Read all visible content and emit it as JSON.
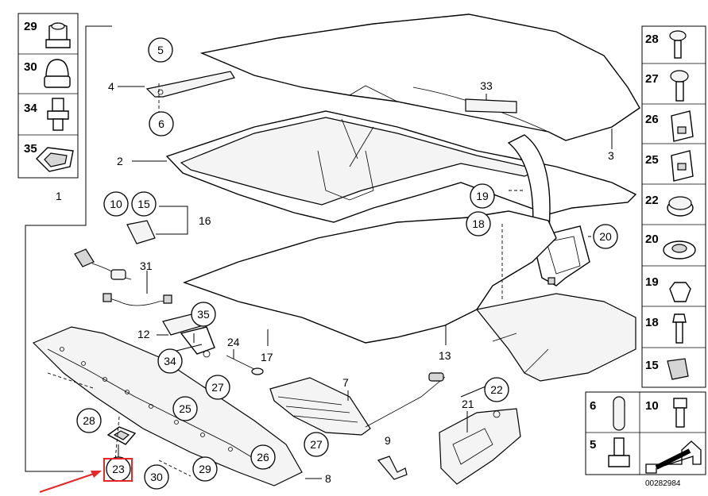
{
  "diagram_id": "00282984",
  "left_legend": [
    "29",
    "30",
    "34",
    "35"
  ],
  "right_legend": [
    "28",
    "27",
    "26",
    "25",
    "22",
    "20",
    "19",
    "18",
    "15"
  ],
  "bottom_legend": [
    "6",
    "10",
    "5"
  ],
  "callouts": {
    "c5": "5",
    "c6": "6",
    "c33": "33",
    "c10": "10",
    "c15": "15",
    "c19": "19",
    "c18": "18",
    "c20": "20",
    "c35": "35",
    "c34": "34",
    "c27a": "27",
    "c25": "25",
    "c28": "28",
    "c23": "23",
    "c30": "30",
    "c29": "29",
    "c26": "26",
    "c27b": "27",
    "c22": "22"
  },
  "labels": {
    "l4": "4",
    "l2": "2",
    "l3": "3",
    "l1": "1",
    "l16": "16",
    "l31": "31",
    "l12": "12",
    "l24": "24",
    "l17": "17",
    "l13": "13",
    "l7": "7",
    "l9": "9",
    "l21": "21",
    "l8": "8"
  },
  "colors": {
    "highlight_box": "#e8262a",
    "arrow": "#e8262a",
    "line": "#000000"
  }
}
